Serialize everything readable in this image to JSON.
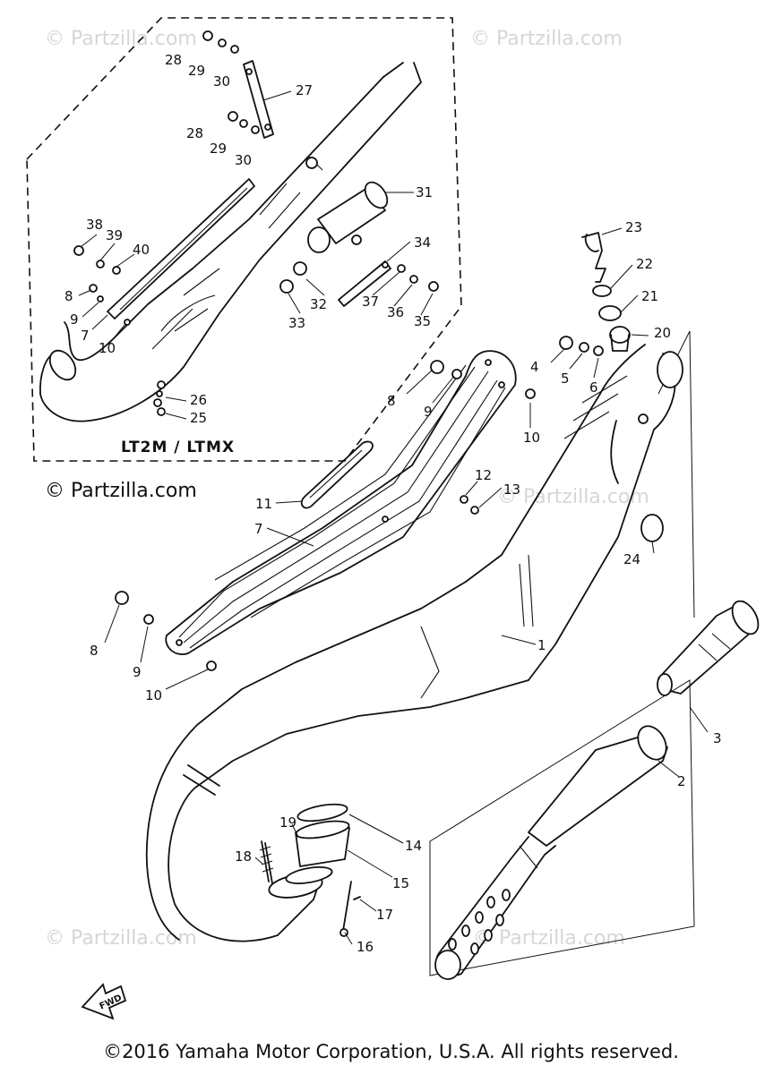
{
  "watermarks": {
    "corner": "© Partzilla.com",
    "main": "© Partzilla.com"
  },
  "inset_label": "LT2M / LTMX",
  "fwd_label": "FWD",
  "copyright": "©2016 Yamaha Motor Corporation, U.S.A. All rights reserved.",
  "callouts": {
    "c1": "1",
    "c2": "2",
    "c3": "3",
    "c4": "4",
    "c5": "5",
    "c6": "6",
    "c7": "7",
    "c8": "8",
    "c9": "9",
    "c10": "10",
    "c11": "11",
    "c12": "12",
    "c13": "13",
    "c14": "14",
    "c15": "15",
    "c16": "16",
    "c17": "17",
    "c18": "18",
    "c19": "19",
    "c20": "20",
    "c21": "21",
    "c22": "22",
    "c23": "23",
    "c24": "24",
    "c25": "25",
    "c26": "26",
    "c27": "27",
    "c28": "28",
    "c29": "29",
    "c30": "30",
    "c31": "31",
    "c32": "32",
    "c33": "33",
    "c34": "34",
    "c35": "35",
    "c36": "36",
    "c37": "37",
    "c38": "38",
    "c39": "39",
    "c40": "40"
  }
}
